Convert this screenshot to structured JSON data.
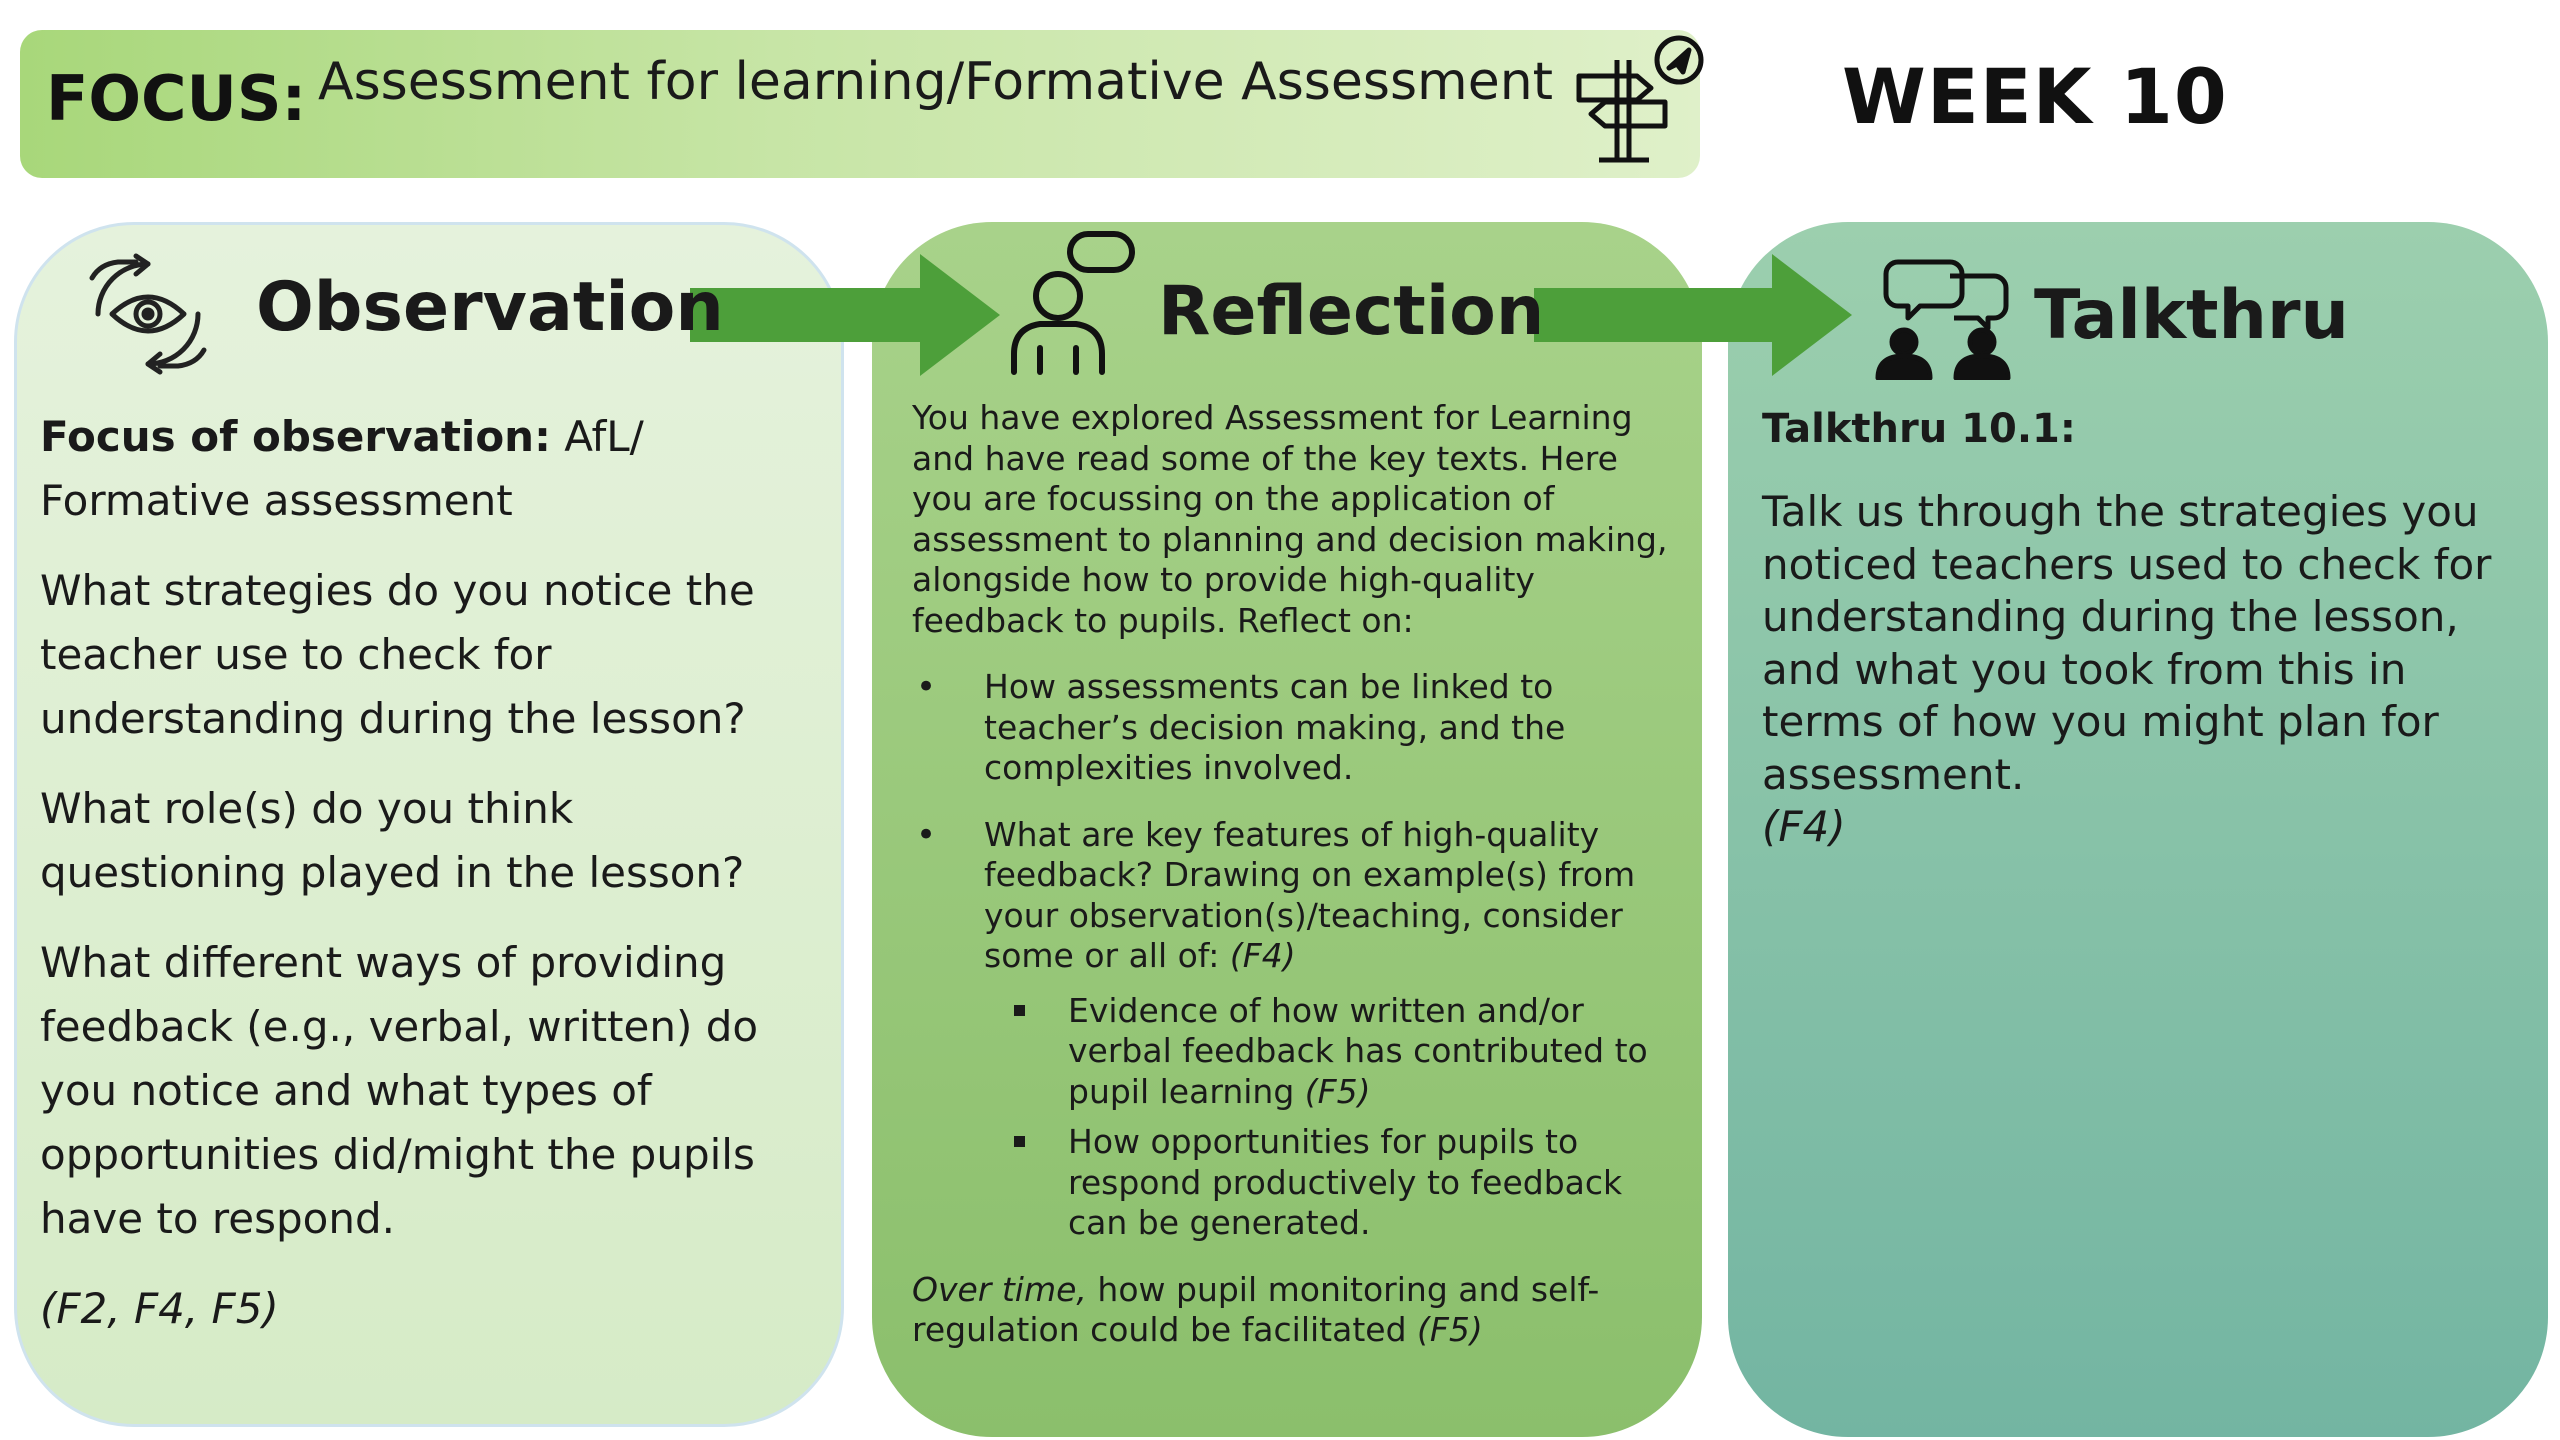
{
  "focus": {
    "label": "FOCUS:",
    "text": "Assessment for learning/Formative Assessment",
    "icon": "signpost-icon"
  },
  "week": {
    "label": "WEEK 10"
  },
  "observation": {
    "title": "Observation",
    "icon": "observation-eye-hands-icon",
    "focus_label": "Focus of observation:",
    "focus_value": " AfL/ Formative assessment",
    "questions": [
      "What strategies do you notice the teacher use to check for understanding during the lesson?",
      "What role(s) do you think questioning played in the lesson?",
      "What different ways of providing feedback (e.g., verbal, written) do you notice and what types of opportunities did/might the pupils have to respond."
    ],
    "refs": "(F2, F4, F5)"
  },
  "reflection": {
    "title": "Reflection",
    "icon": "person-thought-bubble-icon",
    "intro": "You have explored Assessment for Learning and have read some of the key texts. Here you are focussing on the application of assessment to planning and decision making, alongside how to provide high-quality feedback to pupils. Reflect on:",
    "bullet_1": "How assessments can be linked to teacher’s decision making, and the complexities involved.",
    "bullet_2": "What are key features of high-quality feedback? Drawing on example(s) from your observation(s)/teaching, consider some or all of: ",
    "bullet_2_ref": "(F4)",
    "sub_1": "Evidence of how written and/or verbal feedback has contributed to pupil learning ",
    "sub_1_ref": "(F5)",
    "sub_2": "How opportunities for pupils to respond productively to feedback can be generated.",
    "closing_em": "Over time,",
    "closing": " how pupil monitoring and self-regulation could be facilitated ",
    "closing_ref": "(F5)"
  },
  "talkthru": {
    "title": "Talkthru",
    "icon": "two-people-conversation-icon",
    "heading": "Talkthru 10.1:",
    "text": "Talk us through the strategies you noticed teachers used to check for understanding during the lesson, and what you took from this in terms of how you might plan for assessment.",
    "ref": "(F4)"
  },
  "colors": {
    "banner": "#b5dc8c",
    "observation_panel": "#dcedd0",
    "reflection_panel": "#98c77a",
    "talkthru_panel": "#86c2a8",
    "arrow": "#4d9f3a"
  }
}
